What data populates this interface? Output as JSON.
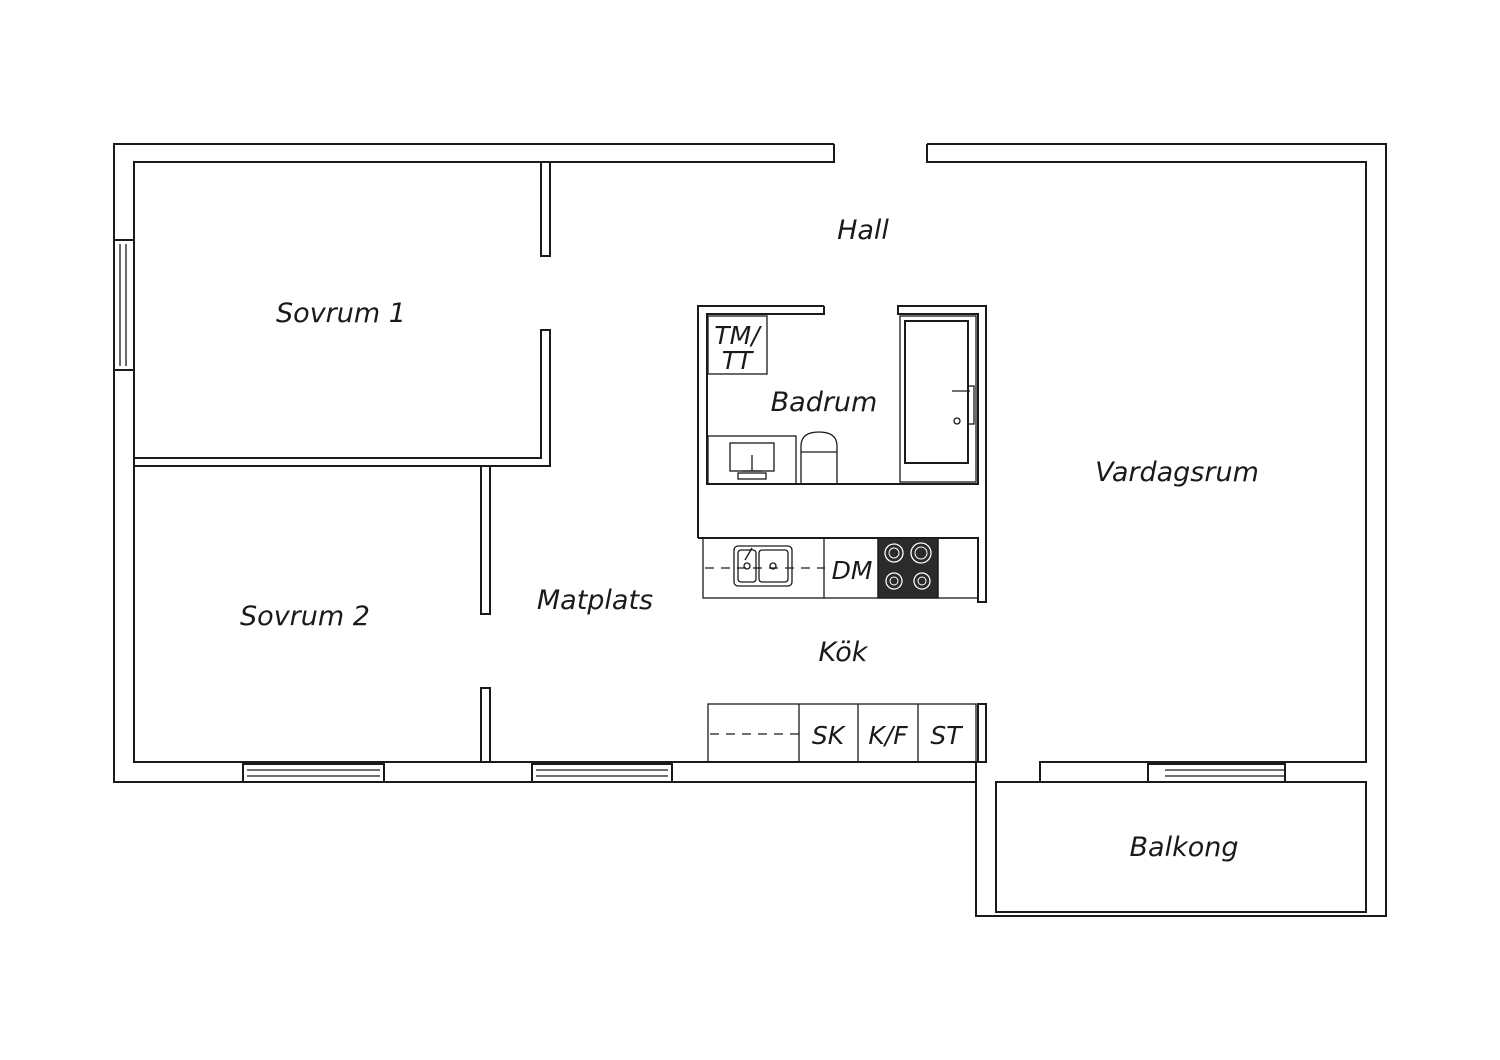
{
  "rooms": {
    "hall": "Hall",
    "sovrum1": "Sovrum 1",
    "sovrum2": "Sovrum 2",
    "badrum": "Badrum",
    "vardagsrum": "Vardagsrum",
    "matplats": "Matplats",
    "kok": "Kök",
    "balkong": "Balkong"
  },
  "fixtures": {
    "washer_line1": "TM/",
    "washer_line2": "TT",
    "dishwasher": "DM",
    "cabinet": "SK",
    "fridge_freezer": "K/F",
    "storage": "ST"
  },
  "colors": {
    "line": "#1a1a1a",
    "background": "#ffffff",
    "stove": "#2b2b2b"
  }
}
